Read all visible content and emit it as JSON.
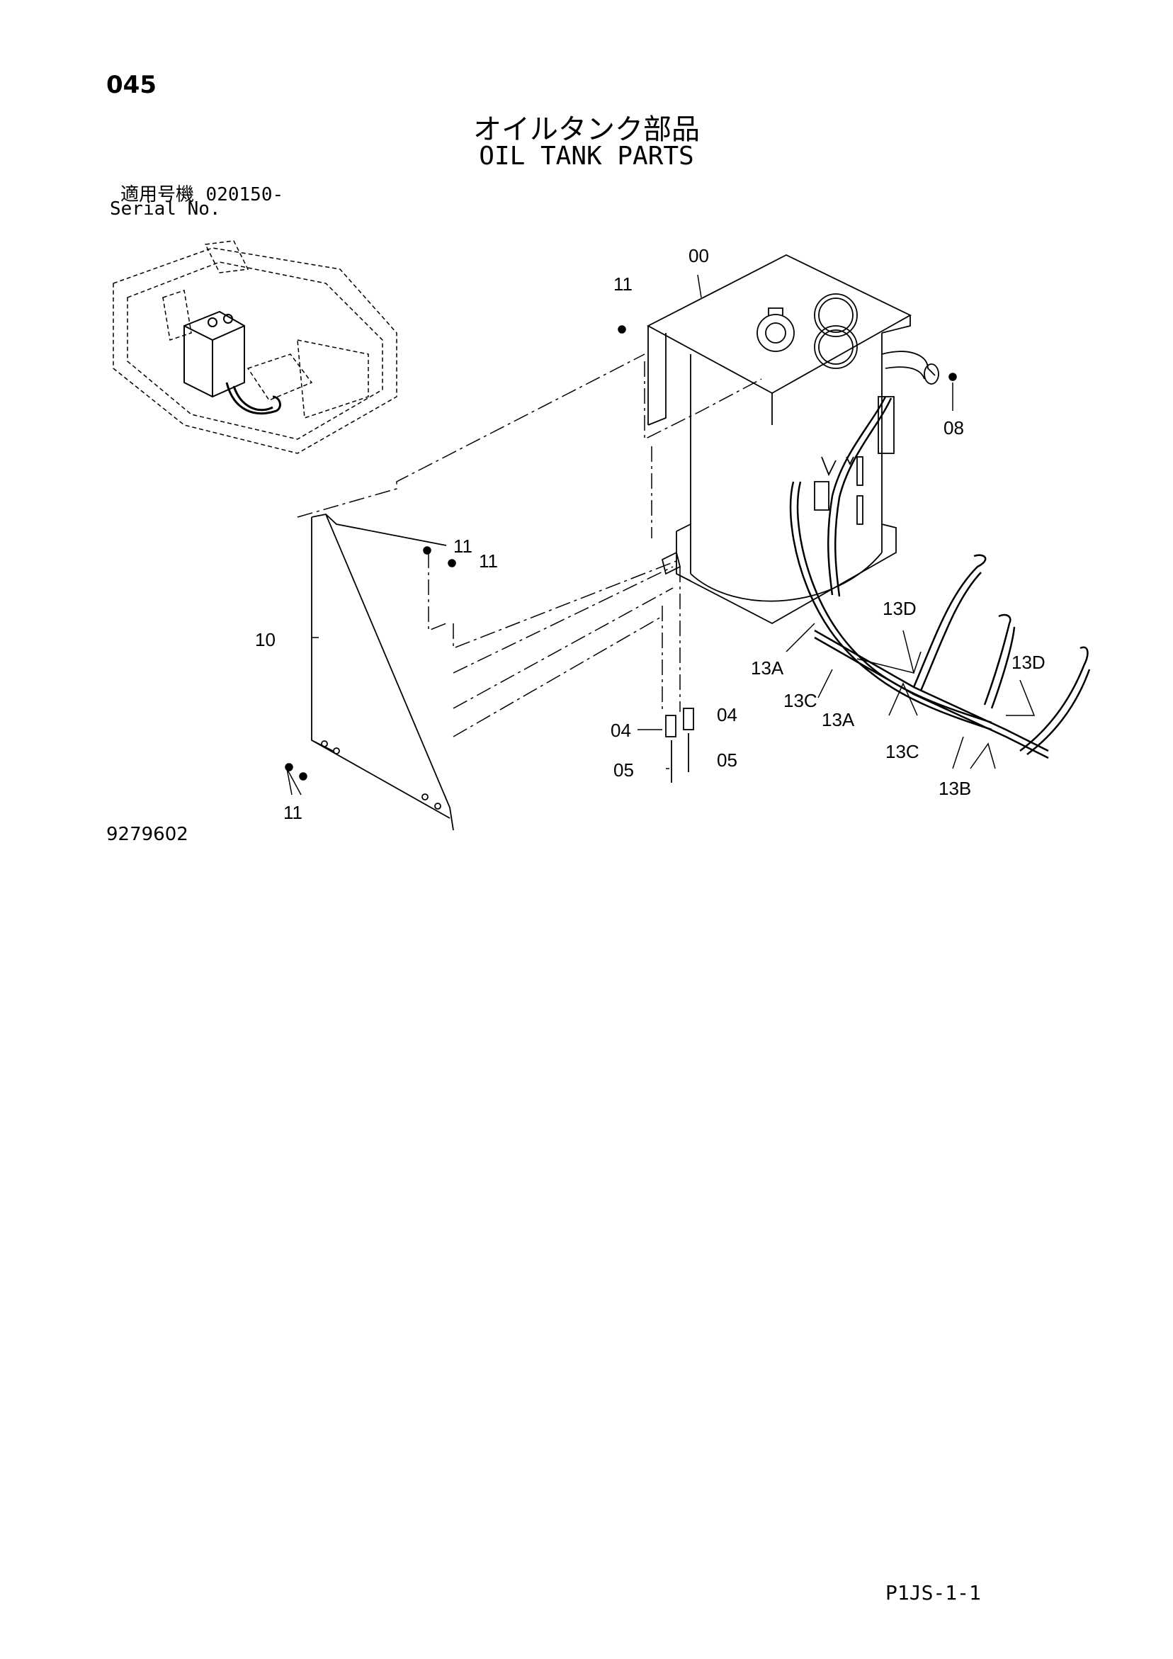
{
  "header": {
    "page_number": "045",
    "title_jp": "オイルタンク部品",
    "title_en": "OIL TANK PARTS",
    "serial_label_jp": "適用号機",
    "serial_value": "020150-",
    "serial_label_en": "Serial No."
  },
  "callouts": [
    {
      "id": "c00",
      "text": "00"
    },
    {
      "id": "c11a",
      "text": "11"
    },
    {
      "id": "c08",
      "text": "08"
    },
    {
      "id": "c11b",
      "text": "11"
    },
    {
      "id": "c11c",
      "text": "11"
    },
    {
      "id": "c10",
      "text": "10"
    },
    {
      "id": "c13d1",
      "text": "13D"
    },
    {
      "id": "c13d2",
      "text": "13D"
    },
    {
      "id": "c13a1",
      "text": "13A"
    },
    {
      "id": "c13c1",
      "text": "13C"
    },
    {
      "id": "c13a2",
      "text": "13A"
    },
    {
      "id": "c04a",
      "text": "04"
    },
    {
      "id": "c04b",
      "text": "04"
    },
    {
      "id": "c05a",
      "text": "05"
    },
    {
      "id": "c05b",
      "text": "05"
    },
    {
      "id": "c13c2",
      "text": "13C"
    },
    {
      "id": "c13b",
      "text": "13B"
    },
    {
      "id": "c11d",
      "text": "11"
    }
  ],
  "footer": {
    "drawing_number": "9279602",
    "page_code": "P1JS-1-1"
  }
}
